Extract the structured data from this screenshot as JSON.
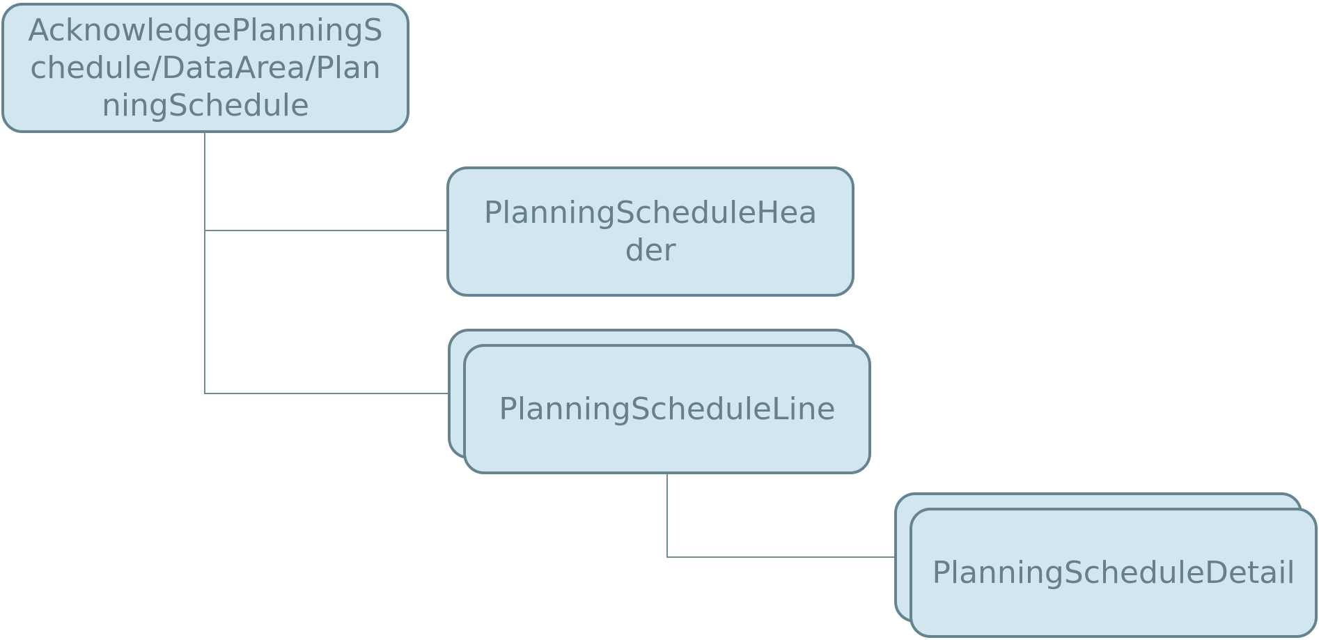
{
  "diagram": {
    "nodes": {
      "root": {
        "label": "AcknowledgePlanningSchedule/DataArea/PlanningSchedule",
        "repeating": false
      },
      "header": {
        "label": "PlanningScheduleHeader",
        "repeating": false
      },
      "line": {
        "label": "PlanningScheduleLine",
        "repeating": true
      },
      "detail": {
        "label": "PlanningScheduleDetail",
        "repeating": true
      }
    },
    "edges": [
      {
        "from": "root",
        "to": "header"
      },
      {
        "from": "root",
        "to": "line"
      },
      {
        "from": "line",
        "to": "detail"
      }
    ],
    "colors": {
      "node_fill": "#d2e6ef",
      "node_border": "#65848f",
      "text": "#657f8c",
      "connector": "#6f8d98",
      "background": "#ffffff"
    }
  }
}
